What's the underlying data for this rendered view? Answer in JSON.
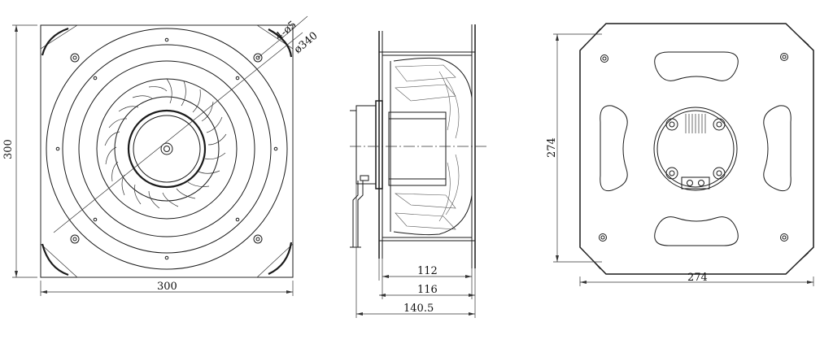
{
  "views": {
    "front": {
      "width_label": "300",
      "height_label": "300",
      "holes_label": "4-ø5",
      "circle_label": "ø340"
    },
    "side": {
      "dim_1_label": "112",
      "dim_2_label": "116",
      "dim_3_label": "140.5"
    },
    "rear": {
      "width_label": "274",
      "height_label": "274"
    }
  },
  "icons": [
    "screw-hole-icon",
    "motor-hub-icon",
    "connector-icon"
  ],
  "colors": {
    "line": "#1a1a1a",
    "background": "#ffffff"
  }
}
